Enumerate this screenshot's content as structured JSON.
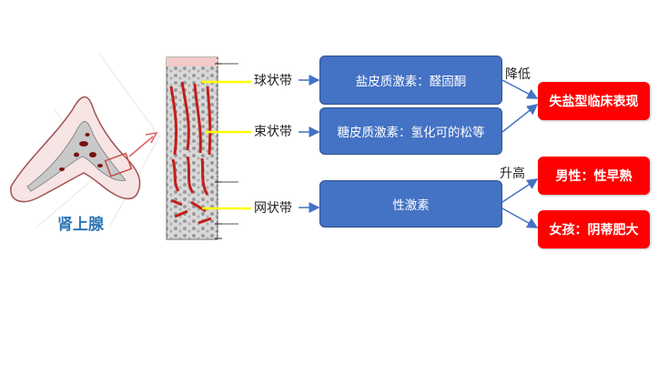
{
  "organ": {
    "label": "肾上腺"
  },
  "zones": [
    {
      "id": "zona-glomerulosa",
      "label": "球状带"
    },
    {
      "id": "zona-fasciculata",
      "label": "束状带"
    },
    {
      "id": "zona-reticularis",
      "label": "网状带"
    }
  ],
  "hormones": [
    {
      "id": "mineralocorticoid",
      "label": "盐皮质激素：醛固酮"
    },
    {
      "id": "glucocorticoid",
      "label": "糖皮质激素：氢化可的松等"
    },
    {
      "id": "sex-hormone",
      "label": "性激素"
    }
  ],
  "edges": {
    "decrease": "降低",
    "increase": "升高"
  },
  "outcomes": [
    {
      "id": "salt-wasting",
      "label": "失盐型临床表现"
    },
    {
      "id": "male-precocious",
      "label": "男性：性早熟"
    },
    {
      "id": "female-virilization",
      "label": "女孩：阴蒂肥大"
    }
  ],
  "colors": {
    "hormone_box": "#4472c4",
    "outcome_box": "#ff0000",
    "pointer_line": "#ffff00",
    "arrow": "#4472c4",
    "organ_label": "#2e75b6"
  }
}
